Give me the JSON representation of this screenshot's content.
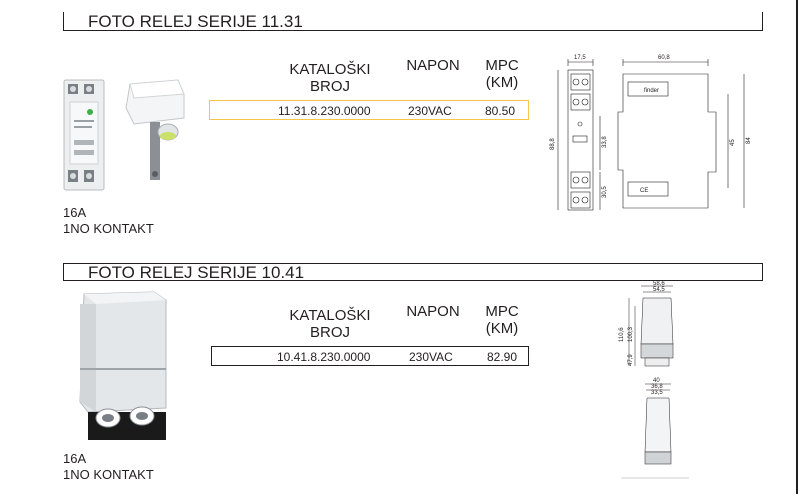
{
  "sections": [
    {
      "title": "FOTO RELEJ SERIJE 11.31",
      "headers": {
        "catalog": [
          "KATALOŠKI",
          "BROJ"
        ],
        "voltage": "NAPON",
        "price": [
          "MPC",
          "(KM)"
        ]
      },
      "row": {
        "catalog": "11.31.8.230.0000",
        "voltage": "230VAC",
        "price": "80.50"
      },
      "notes": [
        "16A",
        "1NO KONTAKT"
      ],
      "drawing_dims": {
        "w1": "17,5",
        "w2": "60,8",
        "h1": "88,8",
        "h2": "33,8",
        "h3": "30,5",
        "h4": "45",
        "h5": "84"
      }
    },
    {
      "title": "FOTO RELEJ SERIJE 10.41",
      "headers": {
        "catalog": [
          "KATALOŠKI",
          "BROJ"
        ],
        "voltage": "NAPON",
        "price": [
          "MPC",
          "(KM)"
        ]
      },
      "row": {
        "catalog": "10.41.8.230.0000",
        "voltage": "230VAC",
        "price": "82.90"
      },
      "notes": [
        "16A",
        "1NO KONTAKT"
      ],
      "drawing_dims": {
        "a": "58,6",
        "b": "54,5",
        "c": "110,6",
        "d": "100,3",
        "e": "47,9",
        "f": "40",
        "g": "36,8",
        "h": "33,5"
      }
    }
  ],
  "colors": {
    "row1_border": "#f5c64b",
    "row2_border": "#231f20",
    "text": "#231f20"
  },
  "brand_label": "finder",
  "ce_mark": "CE"
}
